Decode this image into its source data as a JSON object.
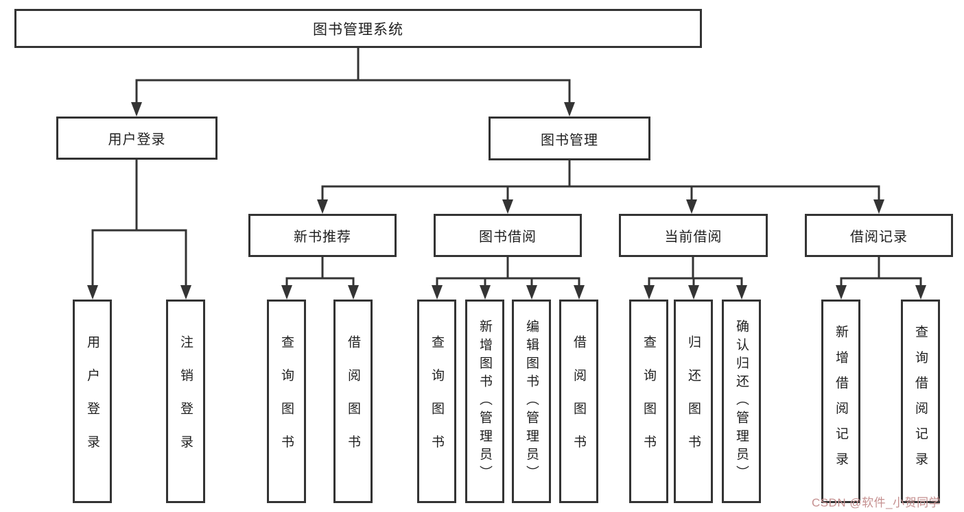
{
  "diagram": {
    "title": "图书管理系统",
    "level2": {
      "user_login": "用户登录",
      "book_mgmt": "图书管理"
    },
    "level3": {
      "new_book": "新书推荐",
      "book_borrow": "图书借阅",
      "current_borrow": "当前借阅",
      "borrow_record": "借阅记录"
    },
    "leaves": {
      "user_login": "用户登录",
      "logout": "注销登录",
      "nb_query": "查询图书",
      "nb_borrow": "借阅图书",
      "bb_query": "查询图书",
      "bb_add": "新增图书（管理员）",
      "bb_edit": "编辑图书（管理员）",
      "bb_borrow": "借阅图书",
      "cb_query": "查询图书",
      "cb_return": "归还图书",
      "cb_confirm": "确认归还（管理员）",
      "br_add": "新增借阅记录",
      "br_query": "查询借阅记录"
    },
    "colors": {
      "line": "#343434",
      "box_border": "#333333",
      "text": "#1f1f1f",
      "background": "#ffffff",
      "watermark": "#c59090"
    }
  },
  "watermark": "CSDN @软件_小贺同学"
}
